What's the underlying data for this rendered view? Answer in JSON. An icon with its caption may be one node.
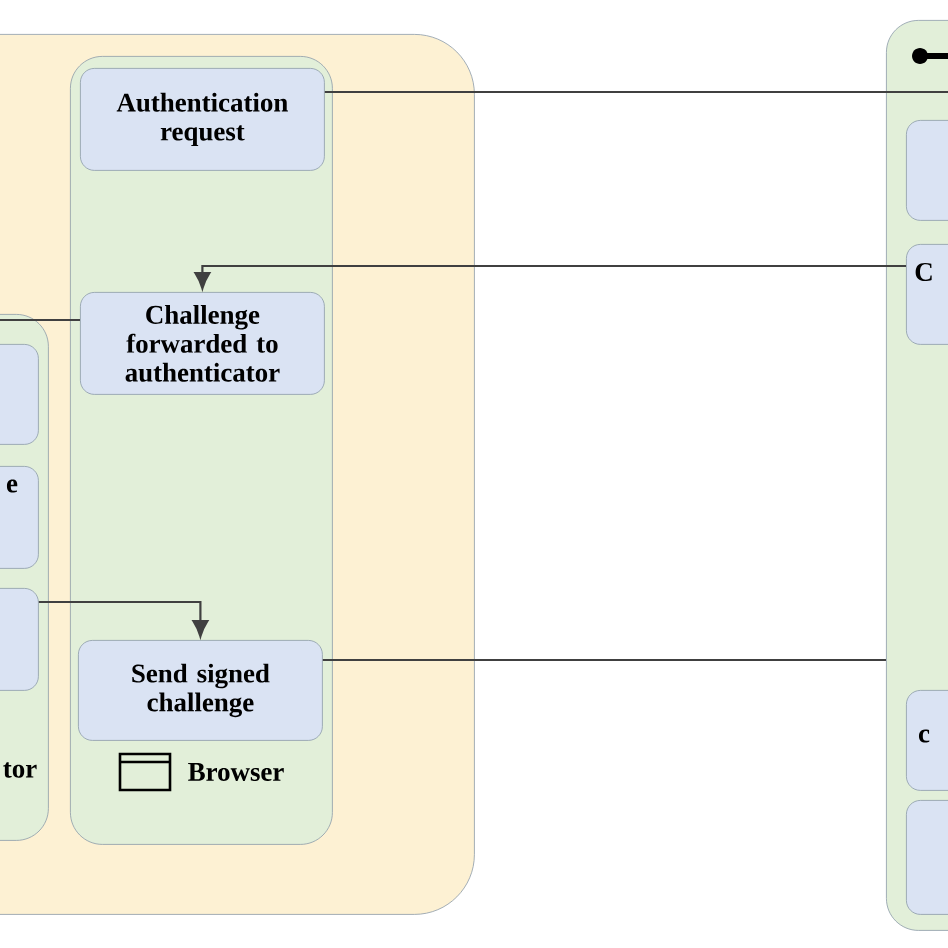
{
  "diagram": {
    "nodes": [
      {
        "text": [],
        "shape": "box"
      },
      {
        "text": [
          "Browser"
        ],
        "in": 0
      },
      {
        "text": [
          "Authentication request"
        ],
        "in": 1
      },
      {
        "text": [
          "Challenge forwarded to authenticator"
        ],
        "in": 1
      },
      {
        "text": [
          "Send signed challenge"
        ],
        "in": 1
      },
      {
        "text": [
          "tor"
        ],
        "in": 0
      },
      {
        "text": [],
        "shape": "box",
        "in": 5
      },
      {
        "text": [
          "e"
        ],
        "in": 5
      },
      {
        "text": [],
        "shape": "box",
        "in": 5
      },
      {
        "text": [],
        "shape": "box"
      },
      {
        "text": [],
        "shape": "box",
        "in": 9
      },
      {
        "text": [
          "C"
        ],
        "in": 9
      },
      {
        "text": [
          "c"
        ],
        "in": 9
      },
      {
        "text": [],
        "shape": "box",
        "in": 9
      }
    ],
    "edges": [
      {
        "from": 2,
        "to": null,
        "arrow": "none"
      },
      {
        "from": 11,
        "to": 3,
        "arrow": "to"
      },
      {
        "from": 3,
        "to": null,
        "arrow": "none"
      },
      {
        "from": 8,
        "to": 4,
        "arrow": "to"
      },
      {
        "from": 4,
        "to": 9,
        "arrow": "none"
      }
    ]
  }
}
